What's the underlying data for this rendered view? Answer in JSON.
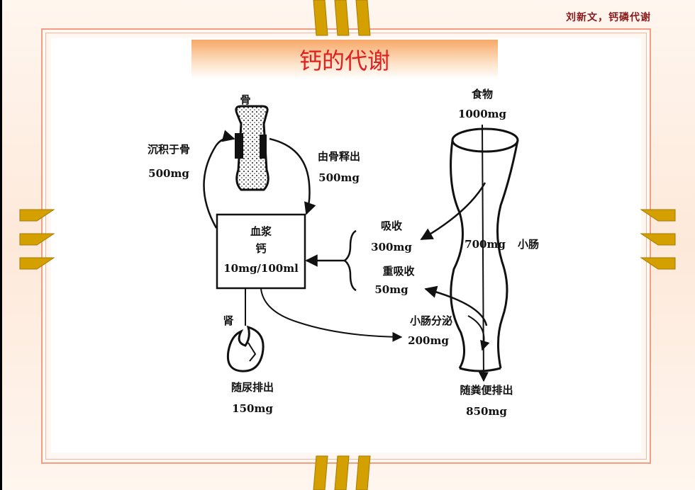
{
  "header": {
    "author": "刘新文，钙磷代谢",
    "title": "钙的代谢"
  },
  "diagram": {
    "bone": "骨",
    "deposit": "沉积于骨",
    "deposit_amount": "500mg",
    "release": "由骨释出",
    "release_amount": "500mg",
    "plasma_line1": "血浆",
    "plasma_line2": "钙",
    "plasma_line3": "10mg/100ml",
    "food": "食物",
    "food_amount": "1000mg",
    "absorb": "吸收",
    "absorb_amount": "300mg",
    "intestine_amount": "700mg",
    "intestine": "小肠",
    "reabsorb": "重吸收",
    "reabsorb_amount": "50mg",
    "kidney": "肾",
    "secretion": "小肠分泌",
    "secretion_amount": "200mg",
    "urine": "随尿排出",
    "urine_amount": "150mg",
    "feces": "随粪便排出",
    "feces_amount": "850mg"
  },
  "colors": {
    "gold": "#d4a000",
    "title_red": "#e02020",
    "author_red": "#8a1a1a"
  }
}
